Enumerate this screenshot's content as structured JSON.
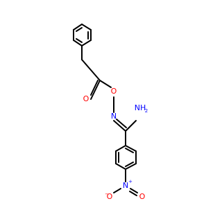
{
  "molecule": {
    "atoms": [
      {
        "id": "o-ester",
        "symbol": "O",
        "color": "#ff0000"
      },
      {
        "id": "o-link",
        "symbol": "O",
        "color": "#ff0000"
      },
      {
        "id": "n-oxime",
        "symbol": "N",
        "color": "#0000ff"
      },
      {
        "id": "n-amine",
        "symbol": "NH",
        "subscript": "2",
        "color": "#0000ff"
      },
      {
        "id": "n-nitro",
        "symbol": "N",
        "charge": "+",
        "color": "#0000ff"
      },
      {
        "id": "o-nitro-left",
        "symbol": "O",
        "charge": "−",
        "color": "#ff0000"
      },
      {
        "id": "o-nitro-right",
        "symbol": "O",
        "color": "#ff0000"
      }
    ]
  }
}
